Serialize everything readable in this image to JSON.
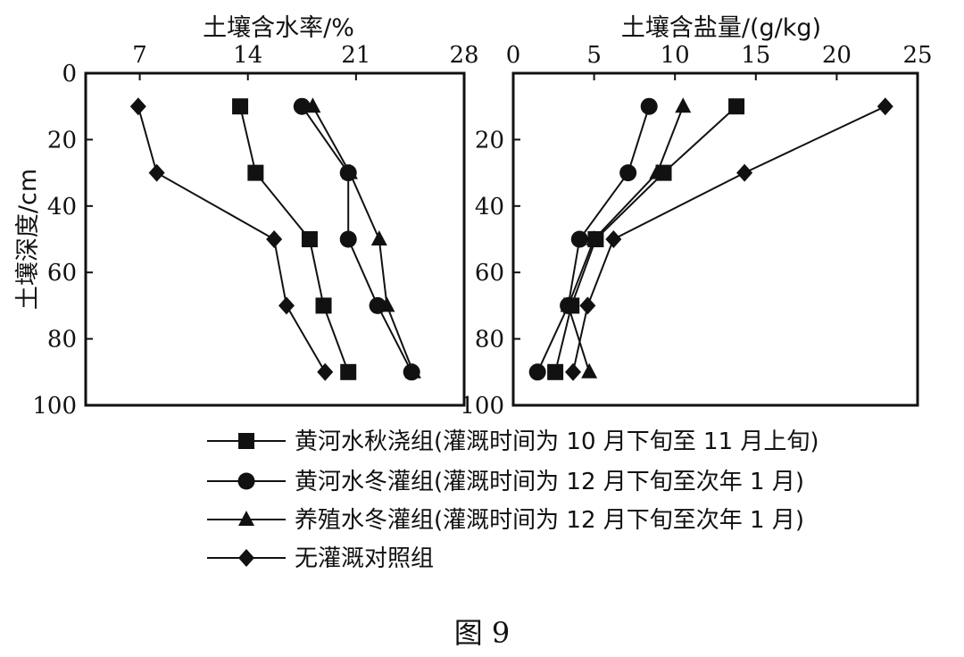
{
  "caption": "图 9",
  "legend": {
    "position": "bottom",
    "entries": [
      {
        "label": "黄河水秋浇组(灌溉时间为 10 月下旬至 11 月上旬)",
        "marker": "square"
      },
      {
        "label": "黄河水冬灌组(灌溉时间为 12 月下旬至次年 1 月)",
        "marker": "circle"
      },
      {
        "label": "养殖水冬灌组(灌溉时间为 12 月下旬至次年 1 月)",
        "marker": "triangle"
      },
      {
        "label": "无灌溉对照组",
        "marker": "diamond"
      }
    ]
  },
  "chart_data": [
    {
      "type": "line",
      "ylabel": "土壤深度/cm",
      "xlabel": "土壤含水率/%",
      "x_axis_position": "top",
      "y_inverted": true,
      "xlim": [
        3.5,
        28
      ],
      "ylim": [
        0,
        100
      ],
      "xticks": [
        7,
        14,
        21,
        28
      ],
      "yticks": [
        0,
        20,
        40,
        60,
        80,
        100
      ],
      "grid": false,
      "series": [
        {
          "name": "黄河水秋浇组(灌溉时间为 10 月下旬至 11 月上旬)",
          "marker": "square",
          "x": [
            13.5,
            14.5,
            18.0,
            18.9,
            20.5
          ],
          "y": [
            10,
            30,
            50,
            70,
            90
          ]
        },
        {
          "name": "黄河水冬灌组(灌溉时间为 12 月下旬至次年 1 月)",
          "marker": "circle",
          "x": [
            17.5,
            20.5,
            20.5,
            22.4,
            24.6
          ],
          "y": [
            10,
            30,
            50,
            70,
            90
          ]
        },
        {
          "name": "养殖水冬灌组(灌溉时间为 12 月下旬至次年 1 月)",
          "marker": "triangle",
          "x": [
            18.2,
            20.6,
            22.5,
            23.0,
            24.7
          ],
          "y": [
            10,
            30,
            50,
            70,
            90
          ]
        },
        {
          "name": "无灌溉对照组",
          "marker": "diamond",
          "x": [
            6.9,
            8.1,
            15.7,
            16.5,
            19.0
          ],
          "y": [
            10,
            30,
            50,
            70,
            90
          ]
        }
      ]
    },
    {
      "type": "line",
      "ylabel": "",
      "xlabel": "土壤含盐量/(g/kg)",
      "x_axis_position": "top",
      "y_inverted": true,
      "xlim": [
        0,
        25
      ],
      "ylim": [
        0,
        100
      ],
      "xticks": [
        0,
        5,
        10,
        15,
        20,
        25
      ],
      "yticks": [
        20,
        40,
        60,
        80,
        100
      ],
      "grid": false,
      "series": [
        {
          "name": "黄河水秋浇组(灌溉时间为 10 月下旬至 11 月上旬)",
          "marker": "square",
          "x": [
            13.8,
            9.3,
            5.1,
            3.6,
            2.6
          ],
          "y": [
            10,
            30,
            50,
            70,
            90
          ]
        },
        {
          "name": "黄河水冬灌组(灌溉时间为 12 月下旬至次年 1 月)",
          "marker": "circle",
          "x": [
            8.4,
            7.1,
            4.1,
            3.4,
            1.5
          ],
          "y": [
            10,
            30,
            50,
            70,
            90
          ]
        },
        {
          "name": "养殖水冬灌组(灌溉时间为 12 月下旬至次年 1 月)",
          "marker": "triangle",
          "x": [
            10.5,
            8.9,
            5.0,
            3.4,
            4.7
          ],
          "y": [
            10,
            30,
            50,
            70,
            90
          ]
        },
        {
          "name": "无灌溉对照组",
          "marker": "diamond",
          "x": [
            23.0,
            14.3,
            6.2,
            4.6,
            3.7
          ],
          "y": [
            10,
            30,
            50,
            70,
            90
          ]
        }
      ]
    }
  ]
}
